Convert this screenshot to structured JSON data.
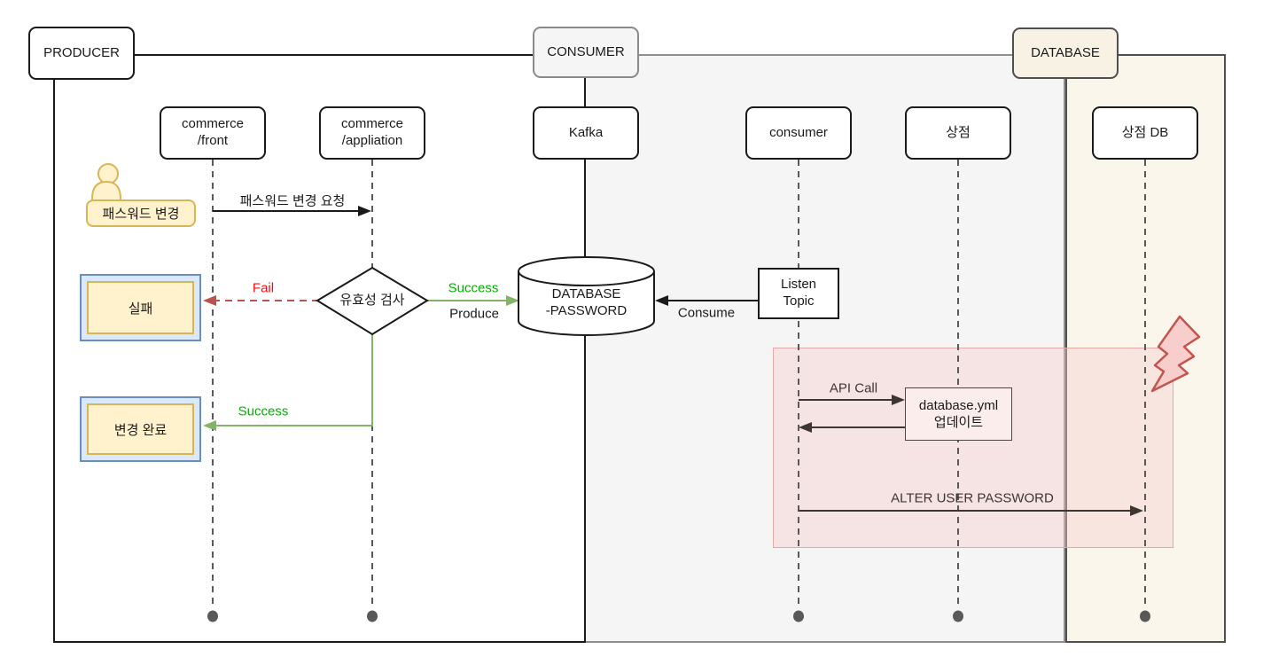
{
  "lanes": {
    "producer": "PRODUCER",
    "consumer": "CONSUMER",
    "database": "DATABASE"
  },
  "participants": {
    "front": "commerce\n/front",
    "application": "commerce\n/appliation",
    "kafka": "Kafka",
    "consumer": "consumer",
    "store": "상점",
    "store_db": "상점 DB"
  },
  "nodes": {
    "actor_label": "패스워드 변경",
    "decision": "유효성 검사",
    "topic": "DATABASE\n-PASSWORD",
    "listen": "Listen\nTopic",
    "fail_result": "실패",
    "success_result": "변경 완료",
    "yml_update": "database.yml\n업데이트"
  },
  "messages": {
    "change_request": "패스워드 변경 요청",
    "fail": "Fail",
    "success": "Success",
    "produce": "Produce",
    "consume": "Consume",
    "success_done": "Success",
    "api_call": "API Call",
    "alter_password": "ALTER USER PASSWORD"
  },
  "colors": {
    "success_line": "#82b366",
    "success_text": "#00b200",
    "fail_line": "#b85450",
    "fail_text": "#f20d0d",
    "yellow_fill": "#fff2cc",
    "yellow_border": "#d6b656",
    "blue_fill": "#dae8fc",
    "blue_border": "#6c8ebf",
    "pink_fill": "#f8cecc",
    "pink_border": "#e3a9a4",
    "consumer_lane_bg": "#f5f5f5",
    "database_lane_bg": "#faf6ec"
  }
}
